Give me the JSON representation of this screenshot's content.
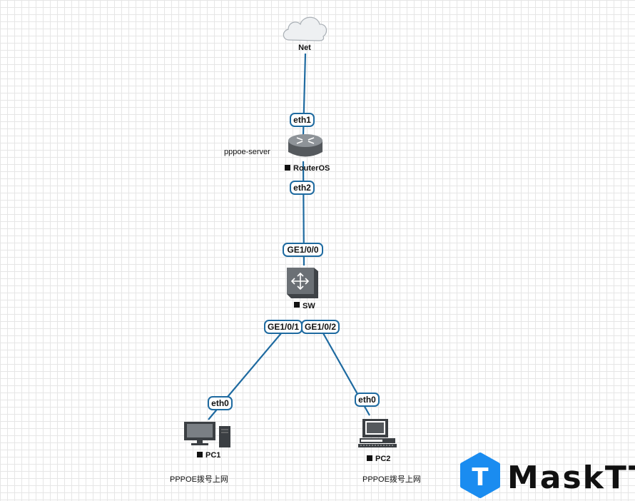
{
  "nodes": {
    "net": {
      "label": "Net"
    },
    "router": {
      "label": "RouterOS",
      "note": "pppoe-server"
    },
    "switch": {
      "label": "SW"
    },
    "pc1": {
      "label": "PC1",
      "note": "PPPOE拨号上网"
    },
    "pc2": {
      "label": "PC2",
      "note": "PPPOE拨号上网"
    }
  },
  "ports": {
    "router_up": "eth1",
    "router_down": "eth2",
    "sw_up": "GE1/0/0",
    "sw_left": "GE1/0/1",
    "sw_right": "GE1/0/2",
    "pc1": "eth0",
    "pc2": "eth0"
  },
  "watermark": {
    "text": "MaskTT",
    "logo_letter": "T"
  },
  "colors": {
    "link": "#1e6aa0",
    "logo": "#1a8cf0"
  },
  "icons": {
    "net": "cloud-icon",
    "router": "router-icon",
    "switch": "switch-icon",
    "pc1": "desktop-pc-icon",
    "pc2": "workstation-icon"
  }
}
